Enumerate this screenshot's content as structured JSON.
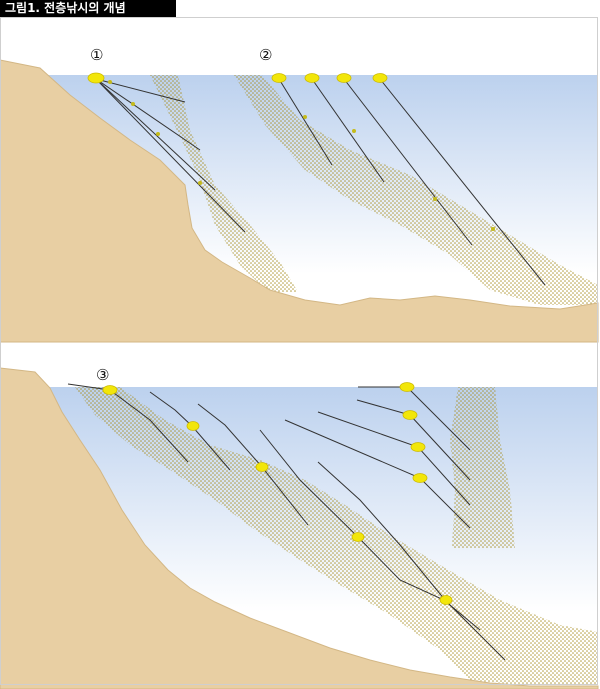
{
  "title": "그림1. 전층낚시의 개념",
  "markers": [
    "①",
    "②",
    "③"
  ],
  "colors": {
    "water_top": "#bfd3ee",
    "water_bottom": "#ffffff",
    "ground": "#e8cfa3",
    "ground_edge": "#d9be8e",
    "float": "#f2e60a",
    "float_edge": "#c9b800",
    "bait_dots": "#b59a2a",
    "line": "#3a3a3a"
  }
}
